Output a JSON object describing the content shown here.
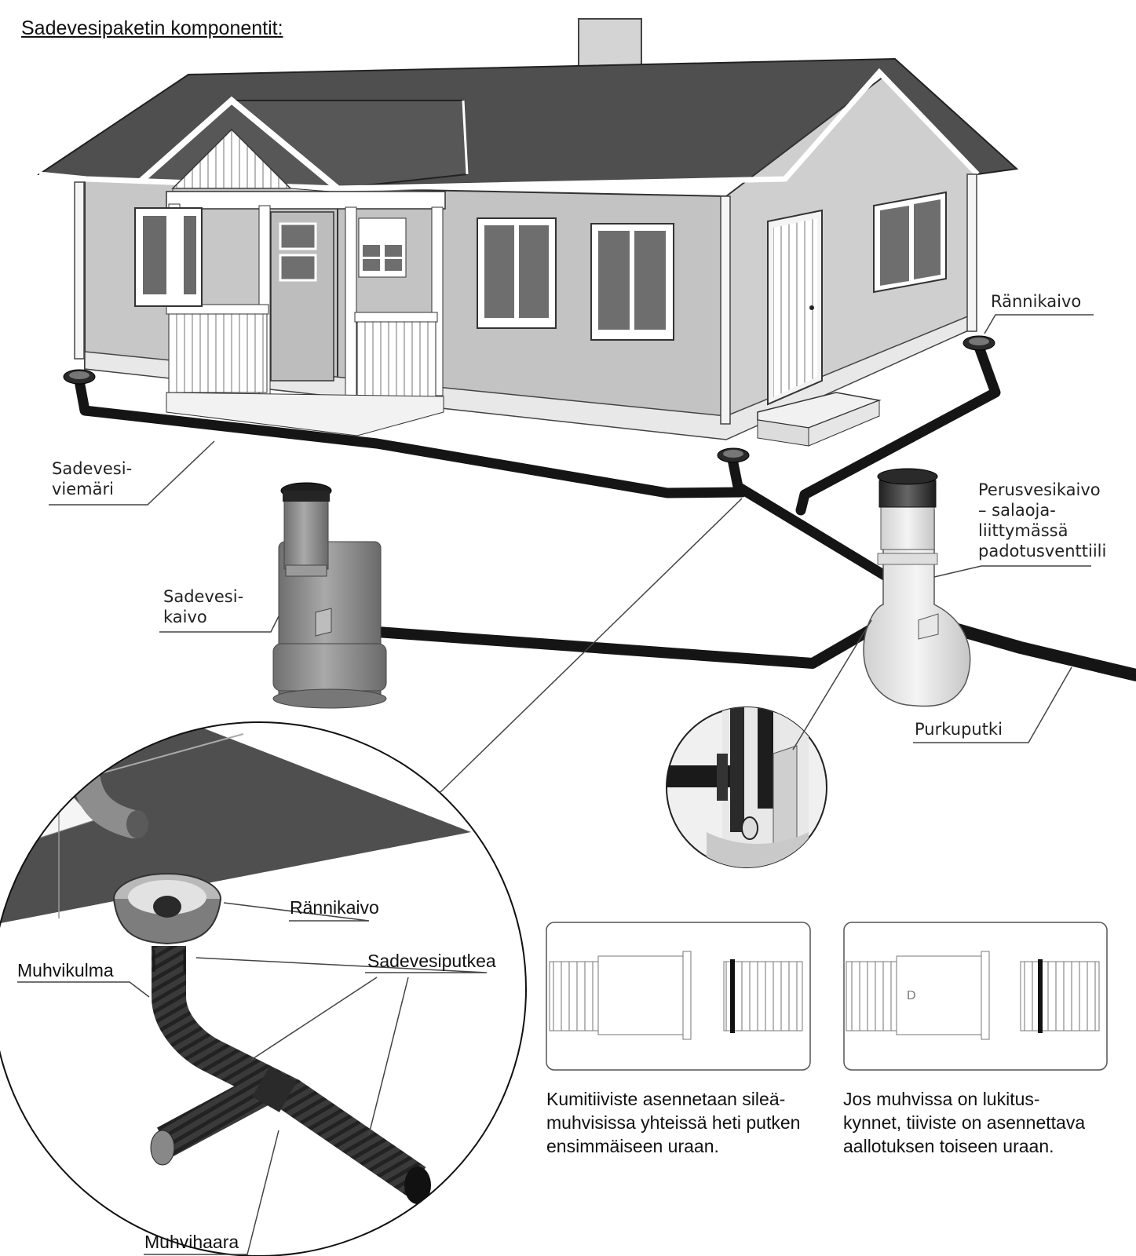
{
  "title": "Sadevesipaketin komponentit:",
  "labels": {
    "rannikaivo_top": "Rännikaivo",
    "sadevesiviemari": "Sadevesi-\nviemäri",
    "perusvesikaivo": "Perusvesikaivo\n– salaoja-\nliittymässä\npadotusventtiili",
    "sadevesikaivo": "Sadevesi-\nkaivo",
    "purkuputki": "Purkuputki",
    "rannikaivo_detail": "Rännikaivo",
    "muhvikulma": "Muhvikulma",
    "sadevesiputkea": "Sadevesiputkea",
    "muhvihaara": "Muhvihaara",
    "joint_marker": "D"
  },
  "captions": {
    "left": "Kumitiiviste asennetaan sileä-\nmuhvisissa yhteissä heti putken\nensimmäiseen uraan.",
    "right": "Jos muhvissa on lukitus-\nkynnet, tiiviste on asennettava\naallotuksen toiseen uraan."
  },
  "colors": {
    "roof": "#5a5a5a",
    "wall": "#c8c8c8",
    "trim": "#ffffff",
    "pipe": "#1c1c1c",
    "well_grey": "#8c8c8c",
    "well_light": "#e4e4e4"
  }
}
